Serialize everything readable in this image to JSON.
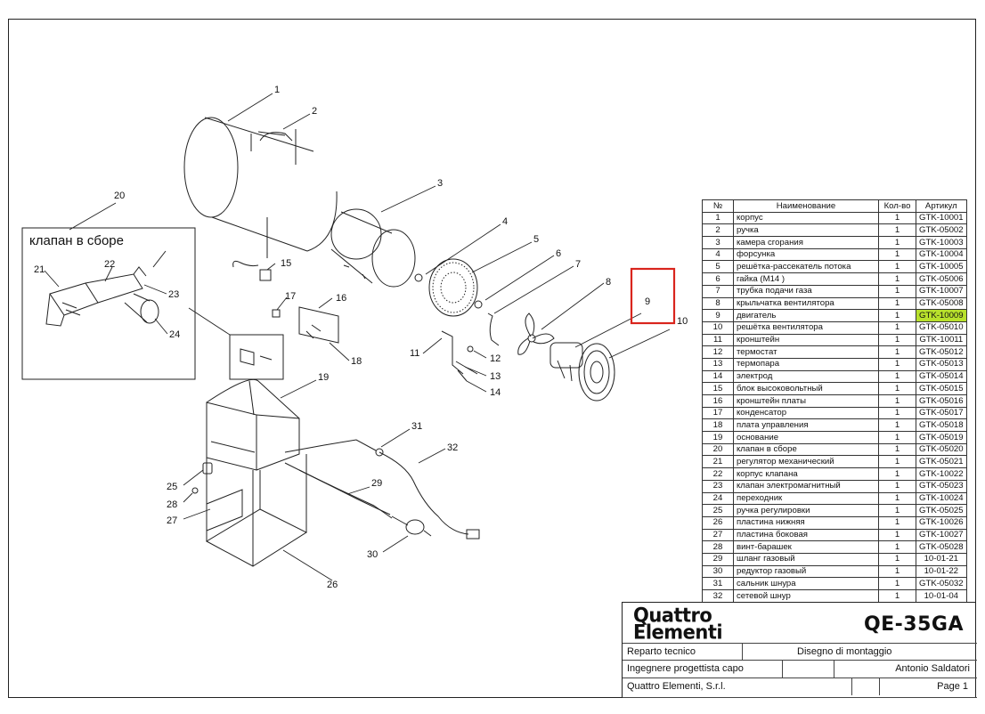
{
  "inset_title": "клапан в сборе",
  "callouts": [
    "1",
    "2",
    "3",
    "4",
    "5",
    "6",
    "7",
    "8",
    "9",
    "10",
    "11",
    "12",
    "13",
    "14",
    "15",
    "16",
    "17",
    "18",
    "19",
    "20",
    "21",
    "22",
    "23",
    "24",
    "25",
    "26",
    "27",
    "28",
    "29",
    "30",
    "31",
    "32"
  ],
  "highlight_color": "#d9251d",
  "row_highlight_color": "#b8e12c",
  "table": {
    "headers": {
      "no": "№",
      "name": "Наименование",
      "qty": "Кол-во",
      "article": "Артикул"
    },
    "rows": [
      {
        "no": "1",
        "name": "корпус",
        "qty": "1",
        "article": "GTK-10001"
      },
      {
        "no": "2",
        "name": "ручка",
        "qty": "1",
        "article": "GTK-05002"
      },
      {
        "no": "3",
        "name": "камера сгорания",
        "qty": "1",
        "article": "GTK-10003"
      },
      {
        "no": "4",
        "name": "форсунка",
        "qty": "1",
        "article": "GTK-10004"
      },
      {
        "no": "5",
        "name": "решётка-рассекатель потока",
        "qty": "1",
        "article": "GTK-10005"
      },
      {
        "no": "6",
        "name": "гайка (М14 )",
        "qty": "1",
        "article": "GTK-05006"
      },
      {
        "no": "7",
        "name": "трубка подачи газа",
        "qty": "1",
        "article": "GTK-10007"
      },
      {
        "no": "8",
        "name": "крыльчатка вентилятора",
        "qty": "1",
        "article": "GTK-05008"
      },
      {
        "no": "9",
        "name": "двигатель",
        "qty": "1",
        "article": "GTK-10009"
      },
      {
        "no": "10",
        "name": "решётка вентилятора",
        "qty": "1",
        "article": "GTK-05010"
      },
      {
        "no": "11",
        "name": "кронштейн",
        "qty": "1",
        "article": "GTK-10011"
      },
      {
        "no": "12",
        "name": "термостат",
        "qty": "1",
        "article": "GTK-05012"
      },
      {
        "no": "13",
        "name": "термопара",
        "qty": "1",
        "article": "GTK-05013"
      },
      {
        "no": "14",
        "name": "электрод",
        "qty": "1",
        "article": "GTK-05014"
      },
      {
        "no": "15",
        "name": "блок высоковольтный",
        "qty": "1",
        "article": "GTK-05015"
      },
      {
        "no": "16",
        "name": "кронштейн платы",
        "qty": "1",
        "article": "GTK-05016"
      },
      {
        "no": "17",
        "name": "конденсатор",
        "qty": "1",
        "article": "GTK-05017"
      },
      {
        "no": "18",
        "name": "плата управления",
        "qty": "1",
        "article": "GTK-05018"
      },
      {
        "no": "19",
        "name": "основание",
        "qty": "1",
        "article": "GTK-05019"
      },
      {
        "no": "20",
        "name": "клапан в сборе",
        "qty": "1",
        "article": "GTK-05020"
      },
      {
        "no": "21",
        "name": "регулятор механический",
        "qty": "1",
        "article": "GTK-05021"
      },
      {
        "no": "22",
        "name": "корпус клапана",
        "qty": "1",
        "article": "GTK-10022"
      },
      {
        "no": "23",
        "name": "клапан электромагнитный",
        "qty": "1",
        "article": "GTK-05023"
      },
      {
        "no": "24",
        "name": "переходник",
        "qty": "1",
        "article": "GTK-10024"
      },
      {
        "no": "25",
        "name": "ручка регулировки",
        "qty": "1",
        "article": "GTK-05025"
      },
      {
        "no": "26",
        "name": "пластина нижняя",
        "qty": "1",
        "article": "GTK-10026"
      },
      {
        "no": "27",
        "name": "пластина боковая",
        "qty": "1",
        "article": "GTK-10027"
      },
      {
        "no": "28",
        "name": "винт-барашек",
        "qty": "1",
        "article": "GTK-05028"
      },
      {
        "no": "29",
        "name": "шланг газовый",
        "qty": "1",
        "article": "10-01-21"
      },
      {
        "no": "30",
        "name": "редуктор газовый",
        "qty": "1",
        "article": "10-01-22"
      },
      {
        "no": "31",
        "name": "сальник шнура",
        "qty": "1",
        "article": "GTK-05032"
      },
      {
        "no": "32",
        "name": "сетевой шнур",
        "qty": "1",
        "article": "10-01-04"
      }
    ],
    "highlighted_row": "9"
  },
  "title_block": {
    "logo_line1": "Quattro",
    "logo_line2": "Elementi",
    "model": "QE-35GA",
    "department": "Reparto tecnico",
    "drawing_type": "Disegno di montaggio",
    "role": "Ingegnere progettista capo",
    "engineer": "Antonio Saldatori",
    "company": "Quattro Elementi,  S.r.l.",
    "page": "Page 1"
  }
}
